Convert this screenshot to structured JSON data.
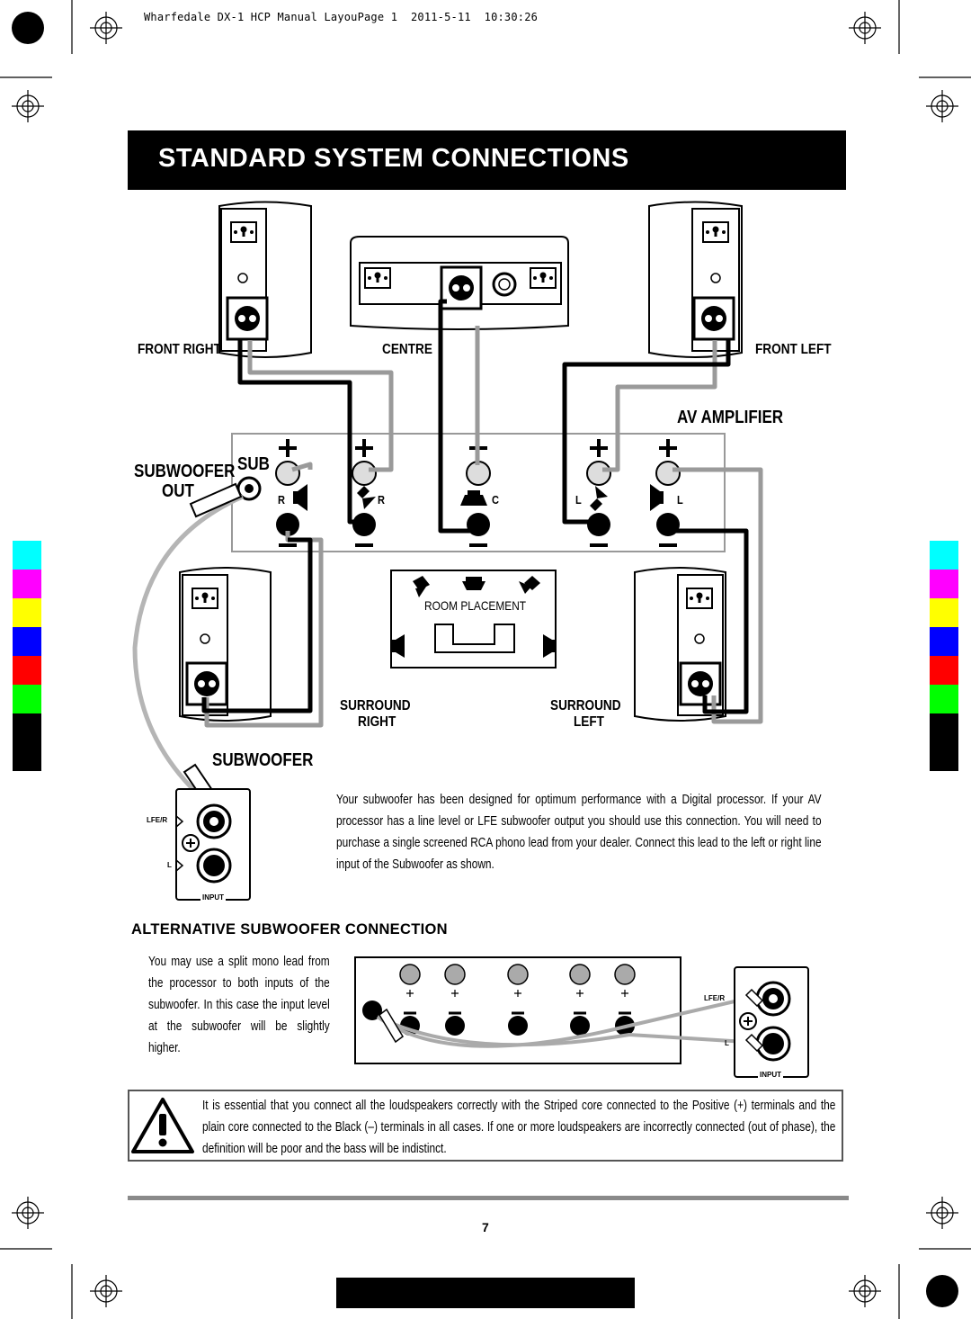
{
  "print_header": "Wharfedale DX-1 HCP Manual LayouPage 1  2011-5-11  10:30:26",
  "title": "STANDARD SYSTEM CONNECTIONS",
  "labels": {
    "front_right": "FRONT RIGHT",
    "centre": "CENTRE",
    "front_left": "FRONT LEFT",
    "av_amplifier": "AV AMPLIFIER",
    "subwoofer_out_1": "SUBWOOFER",
    "subwoofer_out_2": "OUT",
    "sub": "SUB",
    "room_placement": "ROOM PLACEMENT",
    "surround_right_1": "SURROUND",
    "surround_right_2": "RIGHT",
    "surround_left_1": "SURROUND",
    "surround_left_2": "LEFT",
    "subwoofer": "SUBWOOFER",
    "lfe_r": "LFE/R",
    "l": "L",
    "input": "INPUT",
    "ch_r": "R",
    "ch_c": "C",
    "ch_l": "L",
    "plus": "+",
    "minus": "–"
  },
  "subwoofer_text": "Your subwoofer has been designed for optimum performance with a Digital processor. If your AV processor has a line level or LFE subwoofer output you should use this connection. You will need to purchase a single screened RCA phono lead from your dealer. Connect this lead to the left or right line input of the Subwoofer as shown.",
  "alt_heading": "ALTERNATIVE SUBWOOFER CONNECTION",
  "alt_text": "You may use a split mono lead from the processor to both inputs of the subwoofer. In this case the input level at the subwoofer will be slightly higher.",
  "warning_text": "It is essential that you connect all the loudspeakers correctly with the Striped core connected to the Positive (+) terminals and the plain core connected to the Black (–) terminals in all cases. If one or more loudspeakers are incorrectly connected (out of phase), the definition will be poor and the bass will be indistinct.",
  "warning_icon": "exclamation-triangle-icon",
  "page_number": "7",
  "colors": {
    "title_bg": "#000000",
    "wire_grey": "#9a9a9a",
    "wire_black": "#000000",
    "calibration": [
      "#00ffff",
      "#ff00ff",
      "#ffff00",
      "#0000ff",
      "#ff0000",
      "#00ff00",
      "#000000",
      "#000000"
    ]
  }
}
